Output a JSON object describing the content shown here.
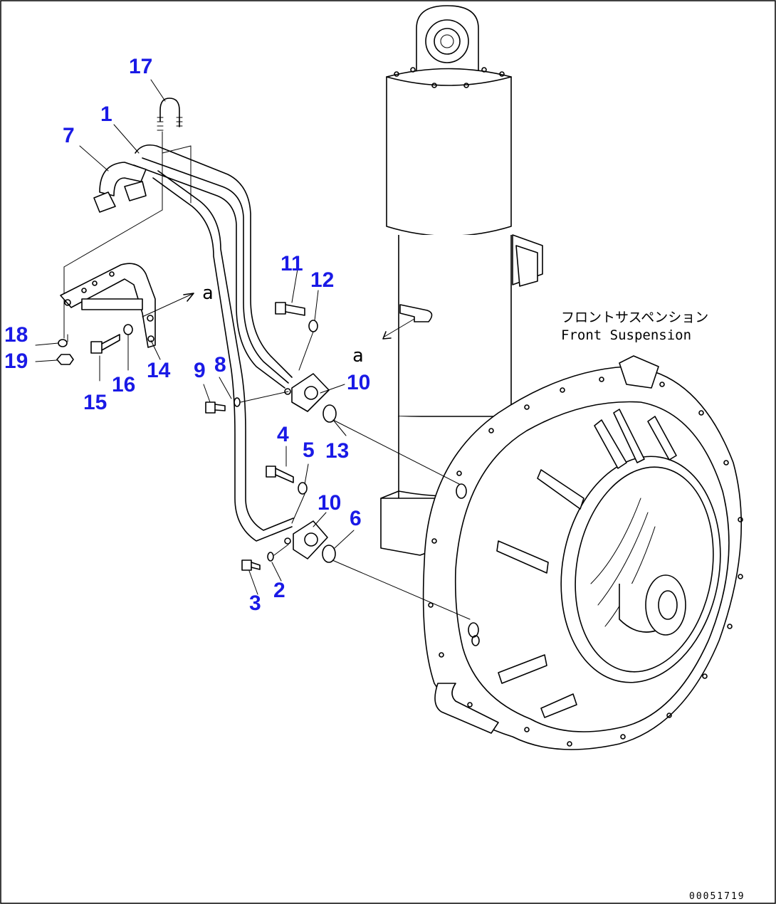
{
  "diagram": {
    "caption_jp": "フロントサスペンション",
    "caption_en": "Front Suspension",
    "ref_mark": "a",
    "drawing_number": "00051719",
    "callouts": [
      "1",
      "2",
      "3",
      "4",
      "5",
      "6",
      "7",
      "8",
      "9",
      "10",
      "10",
      "11",
      "12",
      "13",
      "14",
      "15",
      "16",
      "17",
      "18",
      "19"
    ]
  }
}
